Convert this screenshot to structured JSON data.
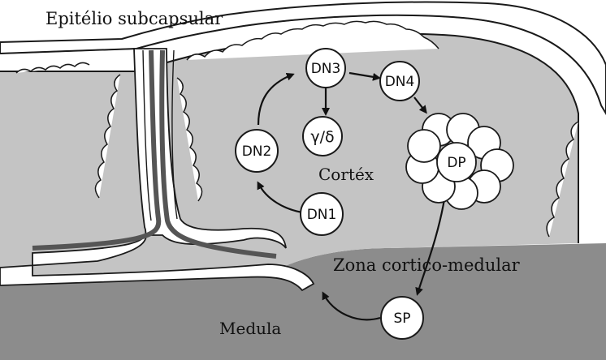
{
  "labels": {
    "capsule": "Epitélio subcapsular",
    "cortex": "Cortéx",
    "junction": "Zona cortico-medular",
    "medulla": "Medula"
  },
  "nodes": {
    "dn1": "DN1",
    "dn2": "DN2",
    "dn3": "DN3",
    "dn4": "DN4",
    "gd": "γ/δ",
    "dp": "DP",
    "sp": "SP"
  },
  "colors": {
    "cortex": "#c4c4c4",
    "medulla": "#8c8c8c",
    "capsule": "#ffffff",
    "vessel": "#555555",
    "outline": "#1a1a1a"
  }
}
